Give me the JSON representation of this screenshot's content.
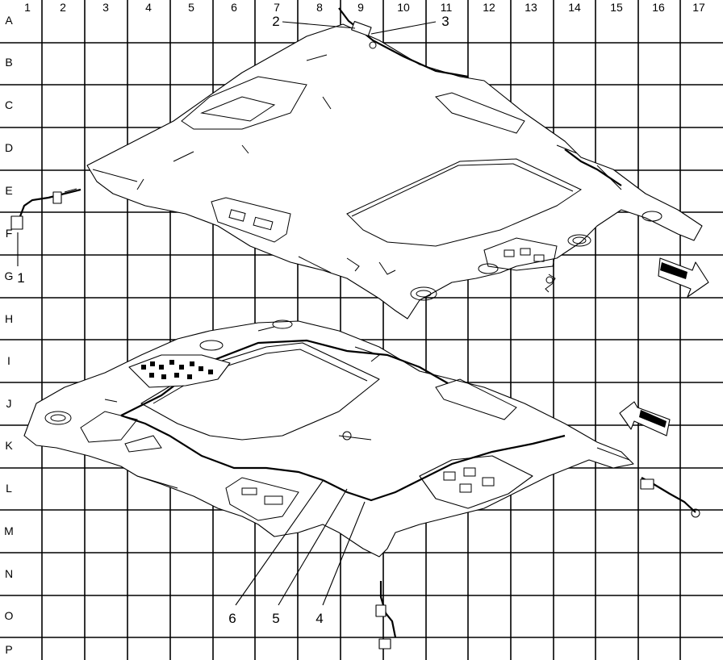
{
  "grid": {
    "columns": [
      "1",
      "2",
      "3",
      "4",
      "5",
      "6",
      "7",
      "8",
      "9",
      "10",
      "11",
      "12",
      "13",
      "14",
      "15",
      "16",
      "17"
    ],
    "rows": [
      "A",
      "B",
      "C",
      "D",
      "E",
      "F",
      "G",
      "H",
      "I",
      "J",
      "K",
      "L",
      "M",
      "N",
      "O",
      "P"
    ]
  },
  "callouts": [
    {
      "id": "1",
      "text": "1"
    },
    {
      "id": "2",
      "text": "2"
    },
    {
      "id": "3",
      "text": "3"
    },
    {
      "id": "4",
      "text": "4"
    },
    {
      "id": "5",
      "text": "5"
    },
    {
      "id": "6",
      "text": "6"
    }
  ],
  "icons": {
    "upper_arrow": "direction-arrow-right-icon",
    "lower_arrow": "direction-arrow-left-icon"
  }
}
